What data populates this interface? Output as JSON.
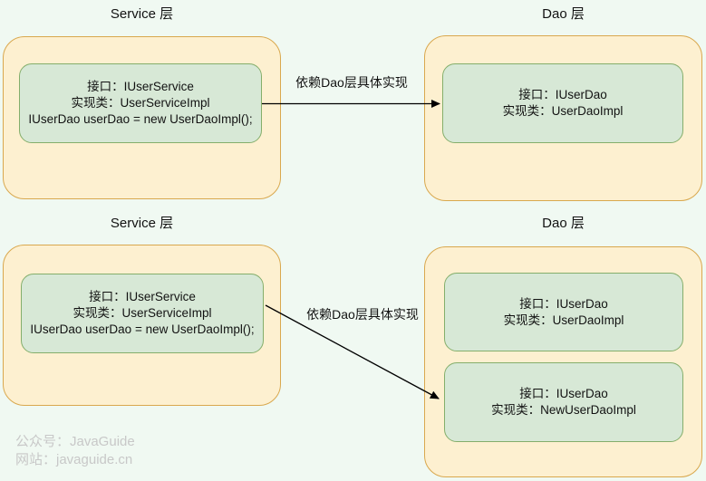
{
  "top": {
    "service": {
      "title": "Service 层",
      "box": [
        "接口：IUserService",
        "实现类：UserServiceImpl",
        "IUserDao userDao = new UserDaoImpl();"
      ]
    },
    "arrow_label": "依赖Dao层具体实现",
    "dao": {
      "title": "Dao 层",
      "box": [
        "接口：IUserDao",
        "实现类：UserDaoImpl"
      ]
    }
  },
  "bottom": {
    "service": {
      "title": "Service 层",
      "box": [
        "接口：IUserService",
        "实现类：UserServiceImpl",
        "IUserDao userDao = new UserDaoImpl();"
      ]
    },
    "arrow_label": "依赖Dao层具体实现",
    "dao": {
      "title": "Dao 层",
      "box1": [
        "接口：IUserDao",
        "实现类：UserDaoImpl"
      ],
      "box2": [
        "接口：IUserDao",
        "实现类：NewUserDaoImpl"
      ]
    }
  },
  "watermark": {
    "account": "公众号：JavaGuide",
    "site": "网站：javaguide.cn"
  },
  "colors": {
    "background": "#f0f9f2",
    "layer_fill": "#fdf0d0",
    "layer_border": "#d9a84e",
    "class_fill": "#d7e8d6",
    "class_border": "#84ae6b",
    "arrow": "#000000",
    "text": "#121212",
    "watermark_text": "#c8c8c8"
  }
}
